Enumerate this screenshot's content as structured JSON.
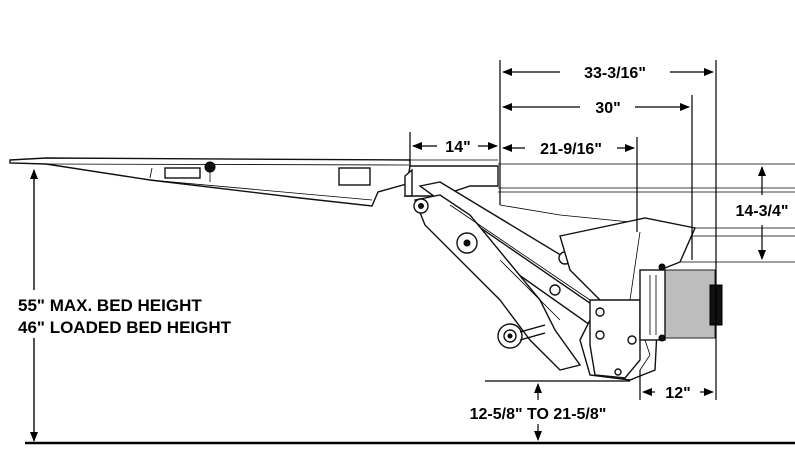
{
  "dimensions": {
    "overall_width": "33-3/16\"",
    "frame_width": "30\"",
    "platform_extension": "14\"",
    "reach": "21-9/16\"",
    "frame_height": "14-3/4\"",
    "rear_clearance": "12\"",
    "ground_clearance": "12-5/8\" TO 21-5/8\""
  },
  "bed_height": {
    "max_label": "55\" MAX. BED HEIGHT",
    "loaded_label": "46\" LOADED BED HEIGHT"
  }
}
